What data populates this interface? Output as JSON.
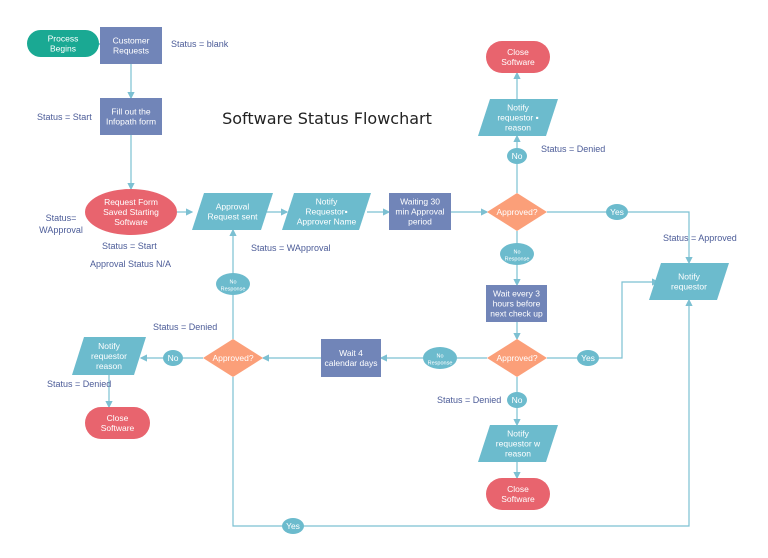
{
  "title": "Software Status Flowchart",
  "colors": {
    "start": "#1aa993",
    "process": "#7185b8",
    "io": "#6cbbcd",
    "terminator": "#e8646e",
    "decision": "#fb9f79",
    "connector": "#6cbbcd",
    "line": "#7cc0d2",
    "annotation": "#4c5c98"
  },
  "nodes": [
    {
      "id": "start",
      "type": "start",
      "lines": [
        "Process",
        "Begins"
      ]
    },
    {
      "id": "customer",
      "type": "process",
      "lines": [
        "Customer",
        "Requests"
      ]
    },
    {
      "id": "fillform",
      "type": "process",
      "lines": [
        "Fill out the",
        "Infopath form"
      ]
    },
    {
      "id": "saved",
      "type": "ellipse",
      "lines": [
        "Request Form",
        "Saved Starting",
        "Software"
      ]
    },
    {
      "id": "approvalsent",
      "type": "io",
      "lines": [
        "Approval",
        "Request sent"
      ]
    },
    {
      "id": "notifyapprover",
      "type": "io",
      "lines": [
        "Notify",
        "Requestor▪",
        "Approver Name"
      ]
    },
    {
      "id": "wait30",
      "type": "process",
      "lines": [
        "Waiting 30",
        "min Approval",
        "period"
      ]
    },
    {
      "id": "dec1",
      "type": "decision",
      "lines": [
        "Approved?"
      ]
    },
    {
      "id": "notifyreason1",
      "type": "io",
      "lines": [
        "Notify",
        "requestor ▪",
        "reason"
      ]
    },
    {
      "id": "close1",
      "type": "terminator",
      "lines": [
        "Close",
        "Software"
      ]
    },
    {
      "id": "notifyreq",
      "type": "io",
      "lines": [
        "Notify",
        "requestor"
      ]
    },
    {
      "id": "wait3",
      "type": "process",
      "lines": [
        "Wait every 3",
        "hours before",
        "next check up"
      ]
    },
    {
      "id": "dec2",
      "type": "decision",
      "lines": [
        "Approved?"
      ]
    },
    {
      "id": "notifyreason2",
      "type": "io",
      "lines": [
        "Notify",
        "requestor w",
        "reason"
      ]
    },
    {
      "id": "close2",
      "type": "terminator",
      "lines": [
        "Close",
        "Software"
      ]
    },
    {
      "id": "wait4",
      "type": "process",
      "lines": [
        "Wait 4",
        "calendar days"
      ]
    },
    {
      "id": "dec3",
      "type": "decision",
      "lines": [
        "Approved?"
      ]
    },
    {
      "id": "notifyreason3",
      "type": "io",
      "lines": [
        "Notify",
        "requestor",
        "reason"
      ]
    },
    {
      "id": "close3",
      "type": "terminator",
      "lines": [
        "Close",
        "Software"
      ]
    }
  ],
  "connectors": [
    {
      "id": "yes1",
      "lines": [
        "Yes"
      ]
    },
    {
      "id": "no1",
      "lines": [
        "No"
      ]
    },
    {
      "id": "nr1",
      "lines": [
        "No",
        "Response"
      ]
    },
    {
      "id": "yes2",
      "lines": [
        "Yes"
      ]
    },
    {
      "id": "no2",
      "lines": [
        "No"
      ]
    },
    {
      "id": "nr2",
      "lines": [
        "No",
        "Response"
      ]
    },
    {
      "id": "no3",
      "lines": [
        "No"
      ]
    },
    {
      "id": "nr3",
      "lines": [
        "No",
        "Response"
      ]
    },
    {
      "id": "yes3",
      "lines": [
        "Yes"
      ]
    }
  ],
  "annotations": [
    {
      "id": "a1",
      "lines": [
        "Status = blank"
      ]
    },
    {
      "id": "a2",
      "lines": [
        "Status = Start"
      ]
    },
    {
      "id": "a3",
      "lines": [
        "Status=",
        "WApproval"
      ]
    },
    {
      "id": "a4",
      "lines": [
        "Status = Start"
      ]
    },
    {
      "id": "a5",
      "lines": [
        "Approval Status N/A"
      ]
    },
    {
      "id": "a6",
      "lines": [
        "Status = WApproval"
      ]
    },
    {
      "id": "a7",
      "lines": [
        "Status = Denied"
      ]
    },
    {
      "id": "a8",
      "lines": [
        "Status = Approved"
      ]
    },
    {
      "id": "a9",
      "lines": [
        "Status = Denied"
      ]
    },
    {
      "id": "a10",
      "lines": [
        "Status = Denied"
      ]
    },
    {
      "id": "a11",
      "lines": [
        "Status = Denied"
      ]
    }
  ]
}
